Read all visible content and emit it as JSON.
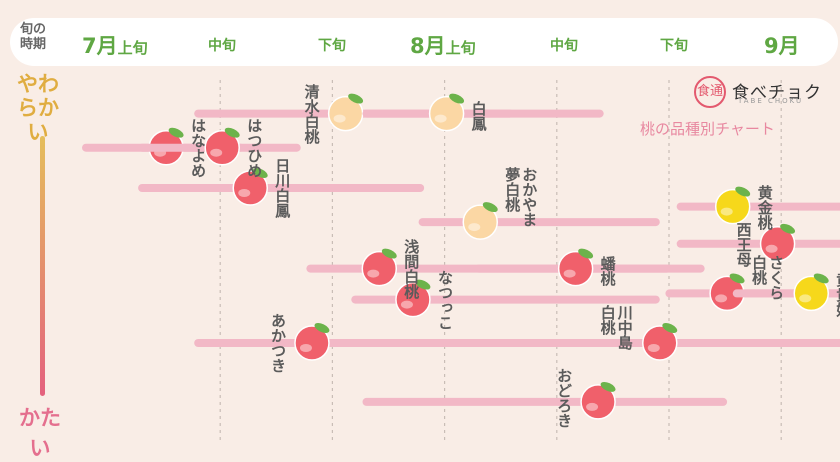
{
  "header": {
    "period_title": "旬の時期",
    "months": [
      {
        "num": "7月",
        "suffix": "上旬"
      },
      {
        "num": "8月",
        "suffix": "上旬"
      },
      {
        "num": "9月",
        "suffix": ""
      }
    ],
    "mid": "中旬",
    "late": "下旬"
  },
  "hardness": {
    "soft": "やわらかい",
    "hard": "かたい"
  },
  "brand": {
    "name": "食べチョク",
    "sub": "TABE CHOKU",
    "mark": "食通"
  },
  "title": "桃の品種別チャート",
  "colors": {
    "green": "#5fa743",
    "pink_bar": "#f2b8c6",
    "peach": "#f0606b",
    "white_peach": "#fbd7a4",
    "yellow_peach": "#f6d81b",
    "leaf": "#6cb34b"
  },
  "chart_data": {
    "type": "timeline",
    "x_unit": "旬 (10日単位)",
    "x_ticks": [
      "7月上旬",
      "中旬",
      "下旬",
      "8月上旬",
      "中旬",
      "下旬",
      "9月"
    ],
    "y_axis": "やわらかい → かたい",
    "varieties": [
      {
        "name": "はなよめ",
        "season": [
          0.0,
          1.2
        ],
        "softness": 0.17,
        "fruit": "red",
        "fruit_at": 0.5
      },
      {
        "name": "はつひめ",
        "season": [
          0.5,
          1.7
        ],
        "softness": 0.17,
        "fruit": "red",
        "fruit_at": 1.0
      },
      {
        "name": "清水白桃",
        "season": [
          1.0,
          3.6
        ],
        "softness": 0.06,
        "fruit": "white",
        "fruit_at": 2.1
      },
      {
        "name": "白鳳",
        "season": [
          2.5,
          4.4
        ],
        "softness": 0.06,
        "fruit": "white",
        "fruit_at": 3.0
      },
      {
        "name": "日川白鳳",
        "season": [
          0.5,
          2.8
        ],
        "softness": 0.3,
        "fruit": "red",
        "fruit_at": 1.25
      },
      {
        "name": "おかやま夢白桃",
        "season": [
          3.0,
          4.9
        ],
        "softness": 0.41,
        "fruit": "white",
        "fruit_at": 3.3
      },
      {
        "name": "浅間白桃",
        "season": [
          2.0,
          5.0
        ],
        "softness": 0.56,
        "fruit": "red",
        "fruit_at": 2.4
      },
      {
        "name": "蟠桃",
        "season": [
          3.5,
          5.3
        ],
        "softness": 0.56,
        "fruit": "red",
        "fruit_at": 4.15
      },
      {
        "name": "なつっこ",
        "season": [
          2.4,
          4.9
        ],
        "softness": 0.66,
        "fruit": "red",
        "fruit_at": 2.7
      },
      {
        "name": "あかつき",
        "season": [
          1.0,
          5.1
        ],
        "softness": 0.8,
        "fruit": "red",
        "fruit_at": 1.8
      },
      {
        "name": "川中島白桃",
        "season": [
          4.2,
          7.0
        ],
        "softness": 0.8,
        "fruit": "red",
        "fruit_at": 4.9
      },
      {
        "name": "おどろき",
        "season": [
          2.5,
          5.5
        ],
        "softness": 0.99,
        "fruit": "red",
        "fruit_at": 4.35
      },
      {
        "name": "黄金桃",
        "season": [
          5.3,
          7.0
        ],
        "softness": 0.36,
        "fruit": "yellow",
        "fruit_at": 5.55
      },
      {
        "name": "西王母",
        "season": [
          5.3,
          7.0
        ],
        "softness": 0.48,
        "fruit": "red",
        "fruit_at": 5.95
      },
      {
        "name": "さくら白桃",
        "season": [
          5.2,
          7.0
        ],
        "softness": 0.64,
        "fruit": "red",
        "fruit_at": 5.5
      },
      {
        "name": "黄貴妃",
        "season": [
          5.8,
          7.0
        ],
        "softness": 0.64,
        "fruit": "yellow",
        "fruit_at": 6.25
      }
    ]
  }
}
